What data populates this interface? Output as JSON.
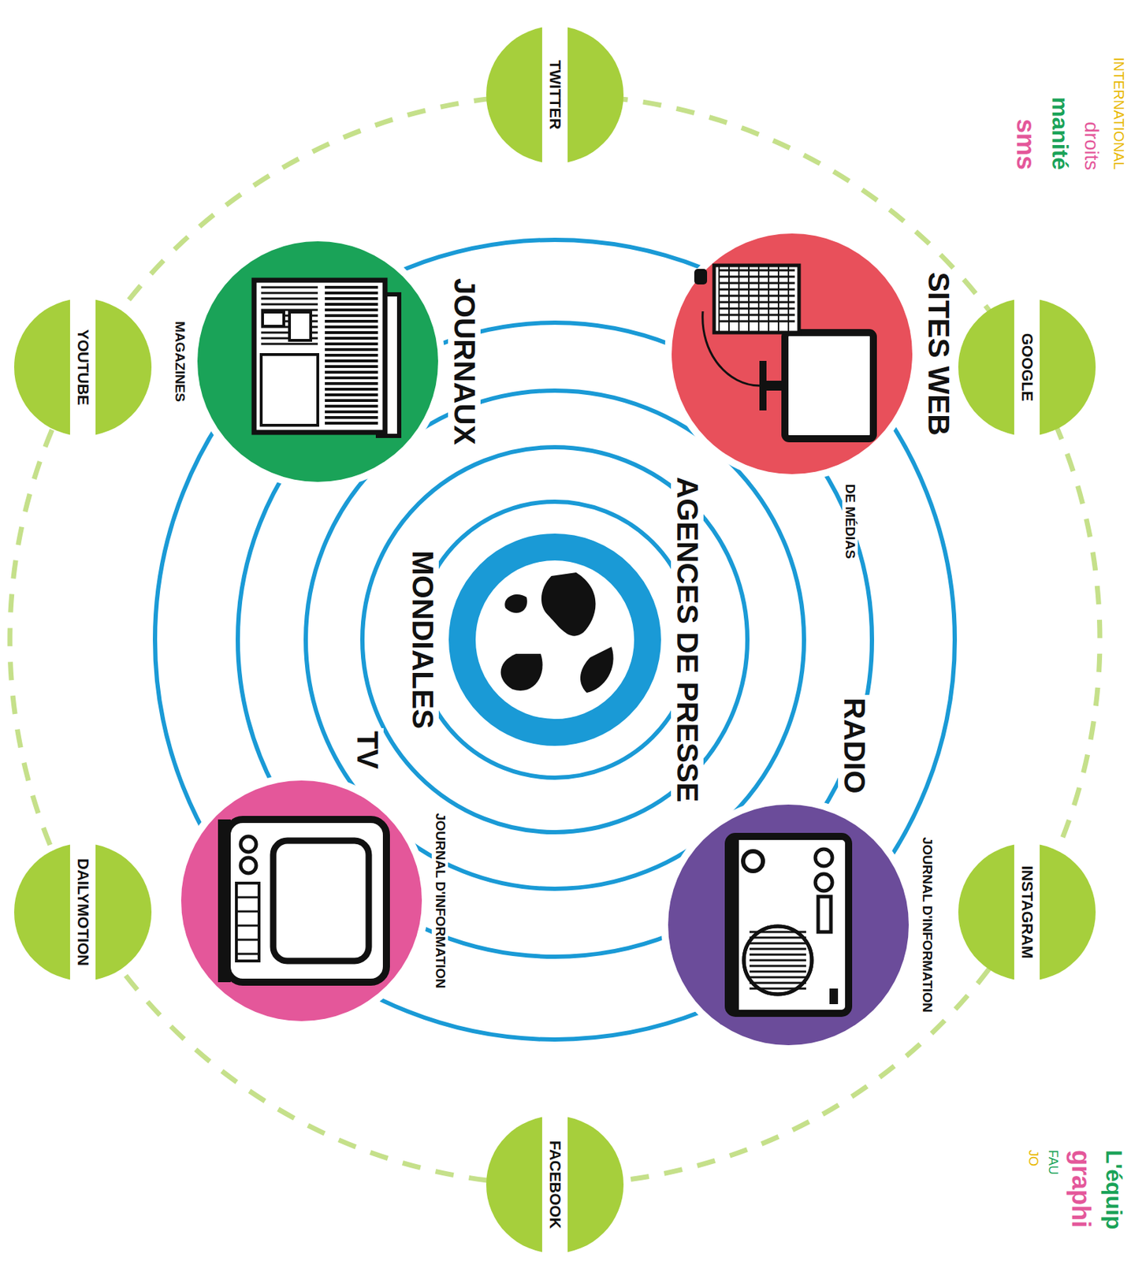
{
  "diagram": {
    "nodes": [
      {
        "text": [
          "GOOGLE"
        ]
      },
      {
        "text": [
          "INSTAGRAM"
        ]
      },
      {
        "text": [
          "SITES WEB",
          "DE MÉDIAS"
        ]
      },
      {
        "text": [
          "RADIO",
          "JOURNAL D'INFORMATION"
        ]
      },
      {
        "text": [
          "TWITTER"
        ]
      },
      {
        "text": [
          "AGENCES DE PRESSE",
          "MONDIALES"
        ]
      },
      {
        "text": [
          "FACEBOOK"
        ]
      },
      {
        "text": [
          "JOURNAUX",
          "MAGAZINES"
        ]
      },
      {
        "text": [
          "TV",
          "JOURNAL D'INFORMATION"
        ]
      },
      {
        "text": [
          "YOUTUBE"
        ]
      },
      {
        "text": [
          "DAILYMOTION"
        ]
      }
    ],
    "labels": [
      "INTERNATIONAL",
      "droits",
      "manité",
      "sms",
      "L'équip",
      "graphi",
      "FAU",
      "JO"
    ]
  }
}
